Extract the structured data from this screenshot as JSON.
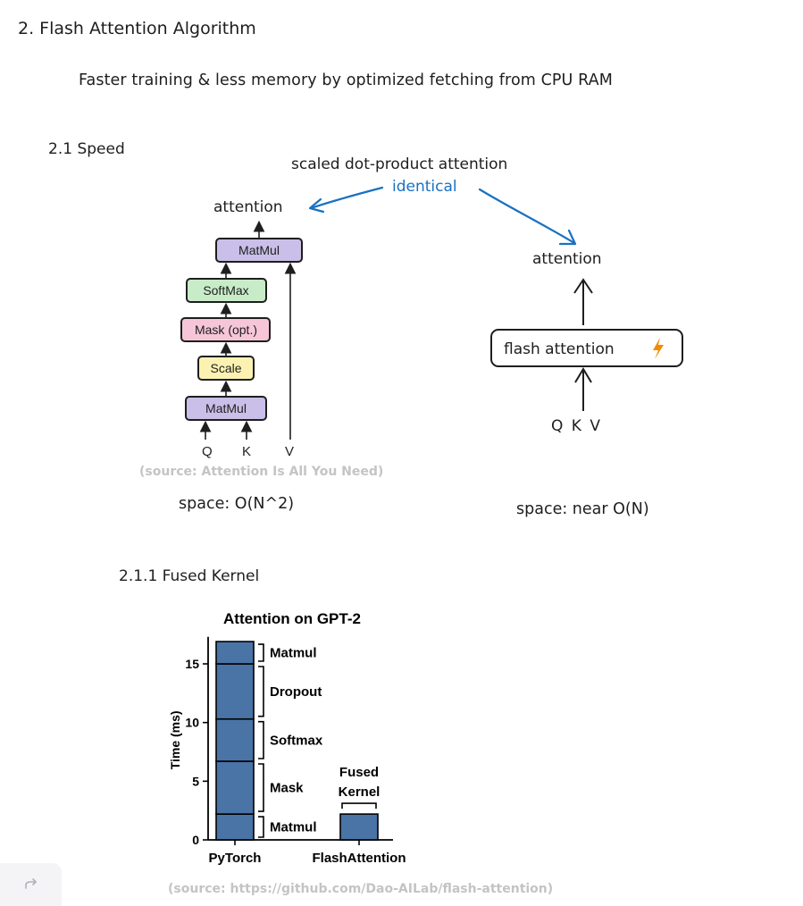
{
  "heading": "2. Flash Attention Algorithm",
  "subtitle": "Faster training & less memory by optimized fetching from CPU RAM",
  "section_speed": "2.1 Speed",
  "sdpa_label": "scaled dot-product attention",
  "identical_label": "identical",
  "left_diagram": {
    "output": "attention",
    "blocks": [
      "MatMul",
      "SoftMax",
      "Mask (opt.)",
      "Scale",
      "MatMul"
    ],
    "inputs": [
      "Q",
      "K",
      "V"
    ],
    "source": "(source: Attention Is All You Need)",
    "space": "space: O(N^2)"
  },
  "right_diagram": {
    "output": "attention",
    "box_label": "flash attention",
    "inputs": "Q  K  V",
    "space": "space: near O(N)"
  },
  "section_fused": "2.1.1 Fused Kernel",
  "chart_source": "(source: https://github.com/Dao-AILab/flash-attention)",
  "colors": {
    "bar": "#4a74a6",
    "arrow_blue": "#1971c2",
    "lightning": "#f08c00",
    "source_gray": "#c4c4c4"
  },
  "chart_data": {
    "type": "bar",
    "title": "Attention on GPT-2",
    "ylabel": "Time (ms)",
    "xlabel": "",
    "ylim": [
      0,
      17
    ],
    "yticks": [
      0,
      5,
      10,
      15
    ],
    "categories": [
      "PyTorch",
      "FlashAttention"
    ],
    "stacked_segments": {
      "PyTorch": [
        {
          "name": "Matmul",
          "from": 0,
          "to": 2.2
        },
        {
          "name": "Mask",
          "from": 2.2,
          "to": 6.7
        },
        {
          "name": "Softmax",
          "from": 6.7,
          "to": 10.3
        },
        {
          "name": "Dropout",
          "from": 10.3,
          "to": 15.0
        },
        {
          "name": "Matmul",
          "from": 15.0,
          "to": 16.9
        }
      ],
      "FlashAttention": [
        {
          "name": "Fused Kernel",
          "from": 0,
          "to": 2.2
        }
      ]
    },
    "fused_label_line1": "Fused",
    "fused_label_line2": "Kernel"
  }
}
